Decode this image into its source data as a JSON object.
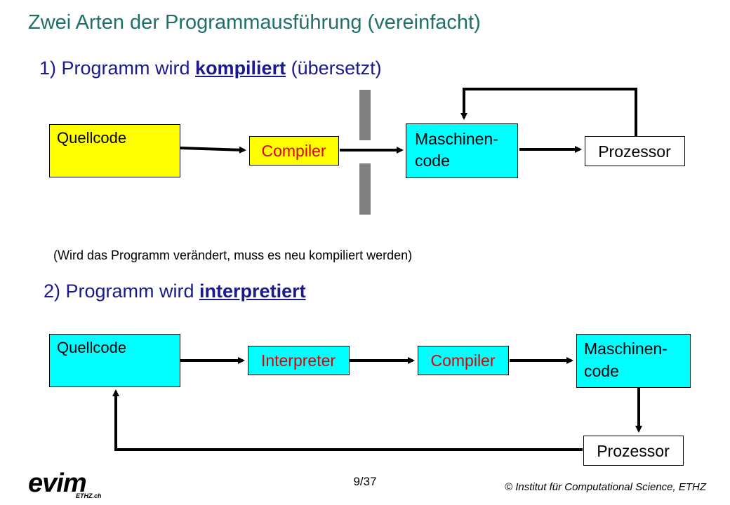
{
  "title": "Zwei Arten der Programmausführung  (vereinfacht)",
  "section1": {
    "prefix": "1) Programm wird ",
    "keyword": "kompiliert",
    "suffix": "  (übersetzt)",
    "quellcode": "Quellcode",
    "compiler": "Compiler",
    "maschinen_line1": "Maschinen-",
    "maschinen_line2": "code",
    "prozessor": "Prozessor",
    "note": "(Wird das Programm verändert, muss es neu kompiliert werden)"
  },
  "section2": {
    "prefix": "2) Programm wird ",
    "keyword": "interpretiert",
    "quellcode": "Quellcode",
    "interpreter": "Interpreter",
    "compiler": "Compiler",
    "maschinen_line1": "Maschinen-",
    "maschinen_line2": "code",
    "prozessor": "Prozessor"
  },
  "footer": {
    "page": "9/37",
    "copyright": "© Institut für Computational Science, ETHZ",
    "logo": "evim",
    "logo_sub": "ETHZ.ch"
  },
  "colors": {
    "title": "#1f6f6b",
    "heading": "#1a1a8c",
    "yellow": "#ffff00",
    "cyan": "#00ffff",
    "red_text": "#e00000"
  }
}
